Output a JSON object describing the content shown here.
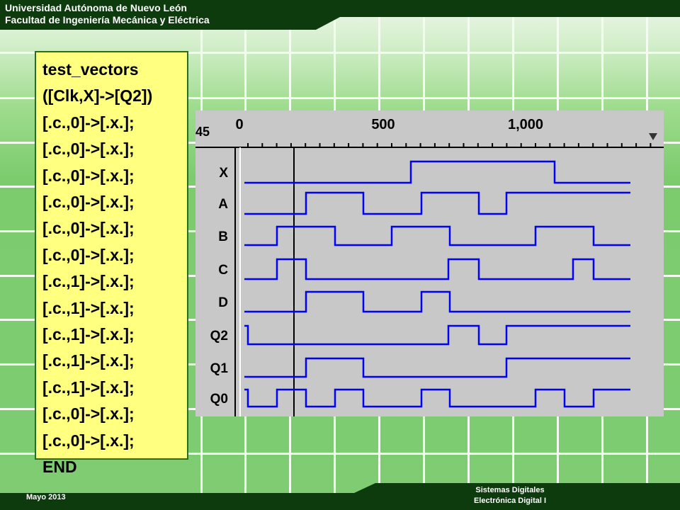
{
  "header": {
    "line1": "Universidad Autónoma de Nuevo León",
    "line2": "Facultad de Ingeniería Mecánica y Eléctrica"
  },
  "footer": {
    "date": "Mayo 2013",
    "course_line1": "Sistemas Digitales",
    "course_line2": "Electrónica Digital I"
  },
  "code": {
    "lines": [
      "test_vectors",
      "([Clk,X]->[Q2])",
      "[.c.,0]->[.x.];",
      "[.c.,0]->[.x.];",
      "[.c.,0]->[.x.];",
      "[.c.,0]->[.x.];",
      "[.c.,0]->[.x.];",
      "[.c.,0]->[.x.];",
      "[.c.,1]->[.x.];",
      "[.c.,1]->[.x.];",
      "[.c.,1]->[.x.];",
      "[.c.,1]->[.x.];",
      "[.c.,1]->[.x.];",
      "[.c.,0]->[.x.];",
      "[.c.,0]->[.x.];",
      "END"
    ]
  },
  "timing": {
    "left_value": "45",
    "time_labels": [
      "0",
      "500",
      "1,000"
    ],
    "dropdown_icon": "triangle-down-icon",
    "signal_color": "#0000ff",
    "signals": [
      {
        "name": "X",
        "transitions": [
          0,
          580,
          783
        ],
        "initial": 0
      },
      {
        "name": "A",
        "transitions": [
          0,
          432,
          513,
          595,
          676,
          715
        ],
        "initial": 0
      },
      {
        "name": "B",
        "transitions": [
          0,
          391,
          473,
          553,
          635,
          756,
          838
        ],
        "initial": 0
      },
      {
        "name": "C",
        "transitions": [
          0,
          391,
          432,
          633,
          676,
          809,
          838
        ],
        "initial": 0
      },
      {
        "name": "D",
        "transitions": [
          0,
          432,
          513,
          595,
          635
        ],
        "initial": 0
      },
      {
        "name": "Q2",
        "transitions": [
          0,
          350,
          633,
          676,
          715
        ],
        "initial": 1
      },
      {
        "name": "Q1",
        "transitions": [
          0,
          432,
          513,
          715
        ],
        "initial": 0
      },
      {
        "name": "Q0",
        "transitions": [
          0,
          350,
          391,
          432,
          473,
          513,
          595,
          635,
          756,
          797,
          838
        ],
        "initial": 1
      }
    ]
  }
}
